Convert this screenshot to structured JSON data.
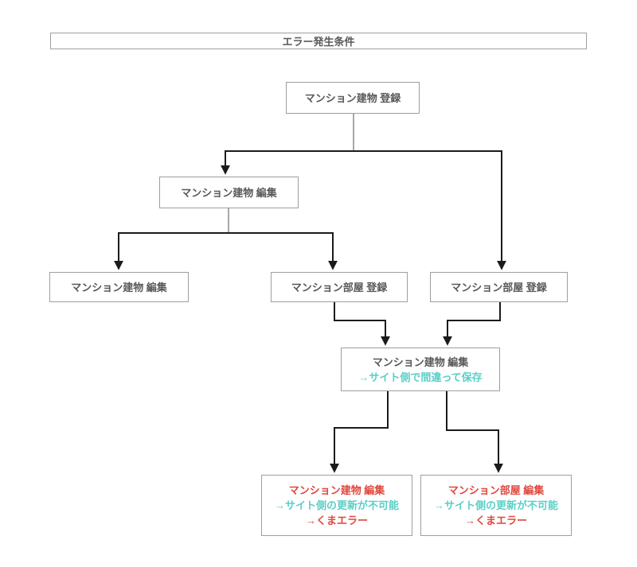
{
  "title": "エラー発生条件",
  "colors": {
    "box_border": "#9e9e9e",
    "text_gray": "#595959",
    "text_teal": "#5BCFC7",
    "text_red": "#E0473D",
    "connector_black": "#1b1b1b",
    "connector_gray": "#a8a8a8",
    "background": "#ffffff"
  },
  "nodes": {
    "building_register": {
      "label": "マンション建物 登録"
    },
    "building_edit_l2": {
      "label": "マンション建物 編集"
    },
    "building_edit_l3": {
      "label": "マンション建物 編集"
    },
    "room_register_mid": {
      "label": "マンション部屋 登録"
    },
    "room_register_right": {
      "label": "マンション部屋 登録"
    },
    "building_edit_mistake": {
      "line1": "マンション建物 編集",
      "line2": "→サイト側で間違って保存"
    },
    "building_edit_error": {
      "line1": "マンション建物 編集",
      "line2": "→サイト側の更新が不可能",
      "line3": "→くまエラー"
    },
    "room_edit_error": {
      "line1": "マンション部屋 編集",
      "line2": "→サイト側の更新が不可能",
      "line3": "→くまエラー"
    }
  }
}
